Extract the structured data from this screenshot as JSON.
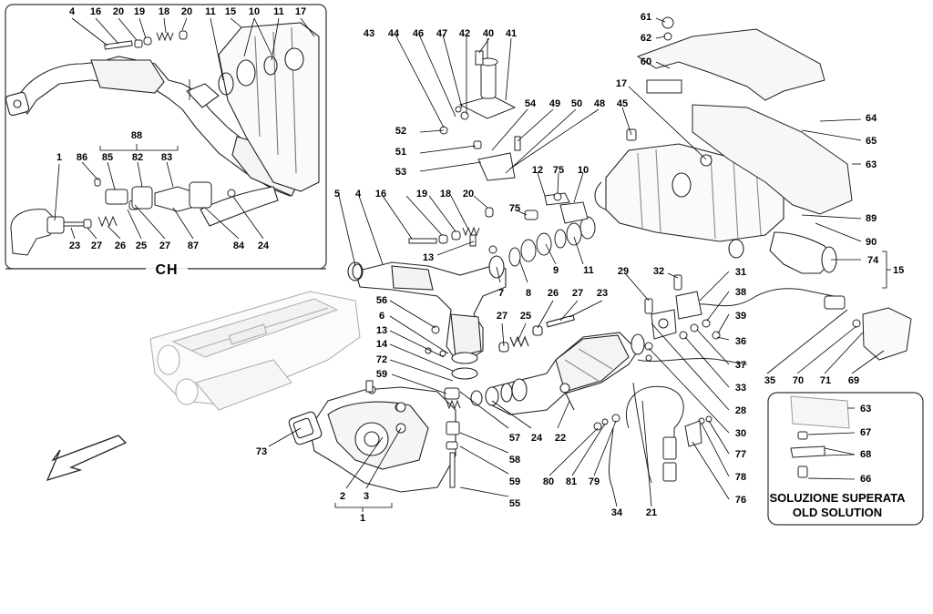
{
  "inset_ch": {
    "title": "CH",
    "labels": [
      "4",
      "16",
      "20",
      "19",
      "18",
      "20",
      "11",
      "15",
      "10",
      "11",
      "17",
      "88",
      "1",
      "86",
      "85",
      "82",
      "83",
      "23",
      "27",
      "26",
      "25",
      "27",
      "87",
      "84",
      "24"
    ]
  },
  "main_labels": [
    "43",
    "44",
    "46",
    "47",
    "42",
    "40",
    "41",
    "54",
    "49",
    "50",
    "48",
    "52",
    "51",
    "53",
    "61",
    "62",
    "60",
    "17",
    "45",
    "64",
    "65",
    "63",
    "12",
    "75",
    "10",
    "75",
    "89",
    "90",
    "74",
    "15",
    "5",
    "4",
    "16",
    "19",
    "18",
    "20",
    "13",
    "56",
    "6",
    "13",
    "14",
    "72",
    "59",
    "2",
    "3",
    "1",
    "73",
    "7",
    "8",
    "9",
    "11",
    "27",
    "25",
    "26",
    "27",
    "23",
    "57",
    "24",
    "22",
    "58",
    "59",
    "55",
    "29",
    "32",
    "31",
    "38",
    "39",
    "36",
    "37",
    "33",
    "28",
    "30",
    "77",
    "78",
    "76",
    "35",
    "70",
    "71",
    "69",
    "80",
    "81",
    "79",
    "34",
    "21"
  ],
  "inset_old": {
    "labels": [
      "63",
      "67",
      "68",
      "66"
    ],
    "caption_it": "SOLUZIONE SUPERATA",
    "caption_en": "OLD SOLUTION"
  }
}
